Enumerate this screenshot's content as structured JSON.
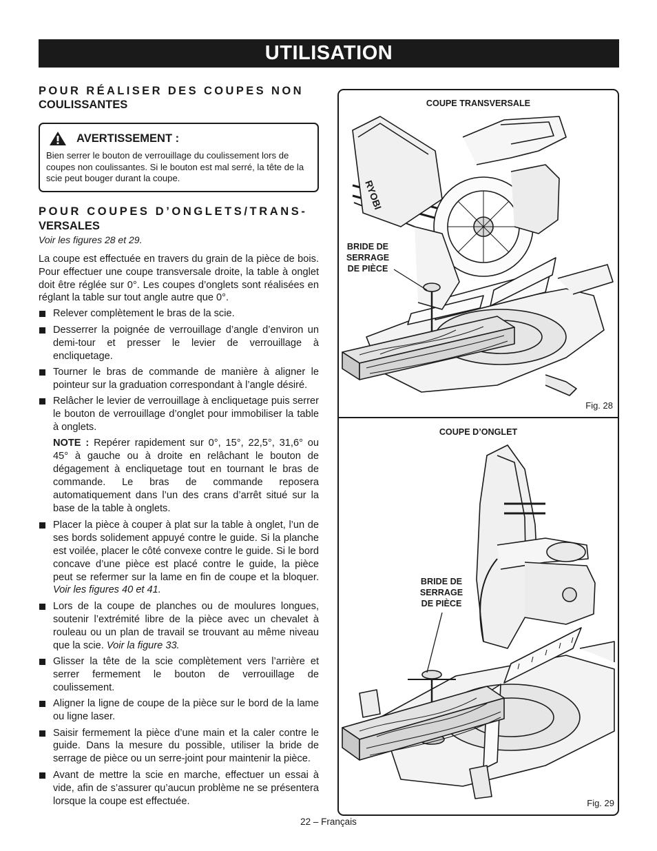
{
  "header": {
    "title": "UTILISATION"
  },
  "section1": {
    "title_line1": "POUR RÉALISER DES COUPES NON",
    "title_line2": "COULISSANTES"
  },
  "warning": {
    "title": "AVERTISSEMENT :",
    "text": "Bien serrer le bouton de verrouillage du coulissement lors de coupes non coulissantes. Si le bouton est mal serré, la tête de la scie peut bouger durant la coupe."
  },
  "section2": {
    "title_line1": "POUR COUPES D’ONGLETS/TRANS-",
    "title_line2": "VERSALES",
    "ref": "Voir les figures 28 et 29.",
    "intro": "La coupe est effectuée en travers du grain de la pièce de bois. Pour effectuer une coupe transversale droite, la table à onglet doit être réglée sur 0°. Les coupes d’onglets sont réalisées en réglant la table sur tout angle autre que 0°.",
    "bullets": [
      "Relever complètement le bras de la scie.",
      "Desserrer la poignée de verrouillage d’angle d’environ un demi-tour et presser le levier de verrouillage à encliquetage.",
      "Tourner le bras de commande de manière à aligner le pointeur sur la graduation correspondant à l’angle désiré.",
      "Relâcher le levier de verrouillage à encliquetage puis serrer le bouton de verrouillage d’onglet pour immobiliser la table à onglets."
    ],
    "note_label": "NOTE :",
    "note_text": " Repérer rapidement sur 0°, 15°, 22,5°, 31,6° ou 45° à gauche ou à droite en relâchant le bouton de dégagement à encliquetage tout en tournant le bras de commande. Le bras de commande reposera automatiquement dans l’un des crans d’arrêt situé sur la base de la table à onglets.",
    "bullet5_text": "Placer la pièce à couper à plat sur la table à onglet, l’un de ses bords solidement appuyé contre le guide. Si la planche est voilée, placer le côté convexe contre le guide. Si le bord concave d’une pièce est placé contre le guide, la pièce peut se refermer sur la lame en fin de coupe et la bloquer. ",
    "bullet5_ref": "Voir les figures 40 et 41.",
    "bullet6_text": "Lors de la coupe de planches ou de moulures longues, soutenir l’extrémité libre de la pièce avec un chevalet à rouleau ou un plan de travail se trouvant au même niveau que la scie. ",
    "bullet6_ref": "Voir la figure 33.",
    "bullets_end": [
      "Glisser la tête de la scie complètement vers l’arrière et serrer fermement le bouton de verrouillage de coulissement.",
      "Aligner la ligne de coupe de la pièce sur le bord de la lame ou ligne laser.",
      "Saisir fermement la pièce d’une main et la caler contre le guide. Dans la mesure du possible, utiliser la bride de serrage de pièce ou un serre-joint pour maintenir la pièce.",
      "Avant de mettre la scie en marche, effectuer un essai à vide, afin de s’assurer qu’aucun problème ne se présentera lorsque la coupe est effectuée."
    ]
  },
  "figures": {
    "fig28": {
      "title": "COUPE TRANSVERSALE",
      "callout": [
        "BRIDE DE",
        "SERRAGE",
        "DE PIÈCE"
      ],
      "label": "Fig. 28",
      "brand": "RYOBI"
    },
    "fig29": {
      "title": "COUPE D’ONGLET",
      "callout": [
        "BRIDE DE",
        "SERRAGE",
        "DE PIÈCE"
      ],
      "label": "Fig. 29"
    }
  },
  "footer": {
    "page": "22 – Français"
  }
}
